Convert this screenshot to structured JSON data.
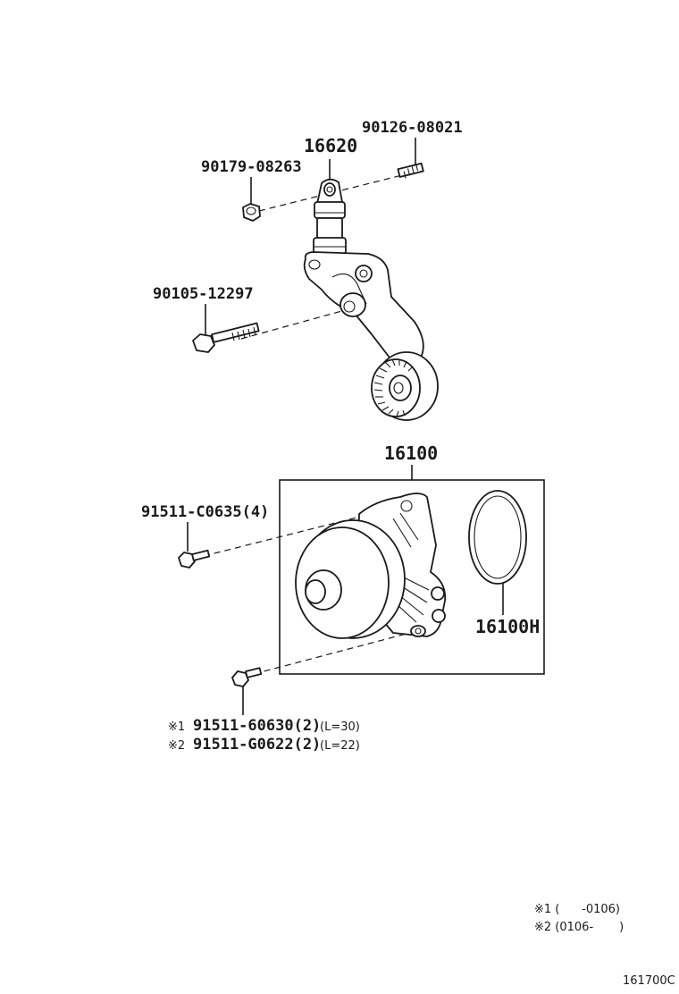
{
  "parts": {
    "p16620": "16620",
    "p90126": "90126-08021",
    "p90179": "90179-08263",
    "p90105": "90105-12297",
    "p16100": "16100",
    "p91511c": "91511-C0635(4)",
    "p16100h": "16100H",
    "bolt1": {
      "mark": "※1",
      "number": "91511-60630(2)",
      "length": "(L=30)"
    },
    "bolt2": {
      "mark": "※2",
      "number": "91511-G0622(2)",
      "length": "(L=22)"
    }
  },
  "legend": {
    "row1": "※1 (      -0106)",
    "row2": "※2 (0106-       )"
  },
  "figure_id": "161700C"
}
